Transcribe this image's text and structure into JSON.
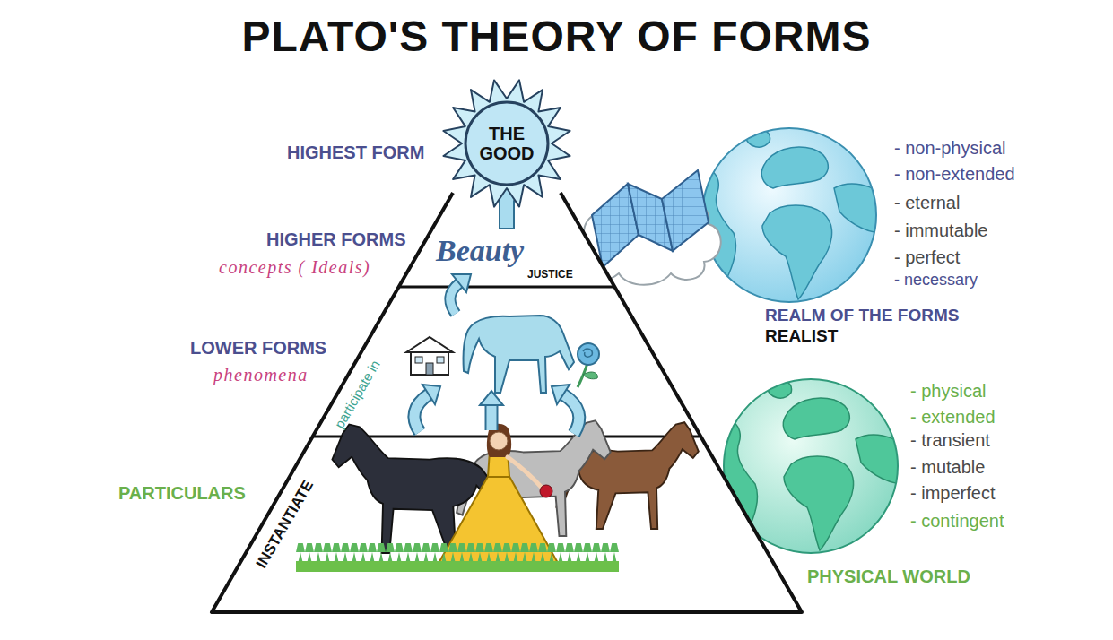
{
  "diagram": {
    "title": "PLATO'S THEORY OF FORMS",
    "nodes": [
      {
        "text": [
          "THE GOOD"
        ]
      },
      {
        "text": [
          "Beauty",
          "JUSTICE"
        ]
      }
    ],
    "edges": [
      {
        "from": 1,
        "to": 0,
        "arrow": "to"
      }
    ],
    "labels": [
      "HIGHEST FORM",
      "HIGHER FORMS",
      "concepts ( Ideals)",
      "- non-physical",
      "- non-extended",
      "- eternal",
      "- immutable",
      "- perfect",
      "- necessary",
      "REALM OF THE FORMS",
      "REALIST",
      "LOWER FORMS",
      "phenomena",
      "participate in",
      "PARTICULARS",
      "INSTANTIATE",
      "- physical",
      "- extended",
      "- transient",
      "- mutable",
      "- imperfect",
      "- contingent",
      "PHYSICAL WORLD"
    ]
  }
}
